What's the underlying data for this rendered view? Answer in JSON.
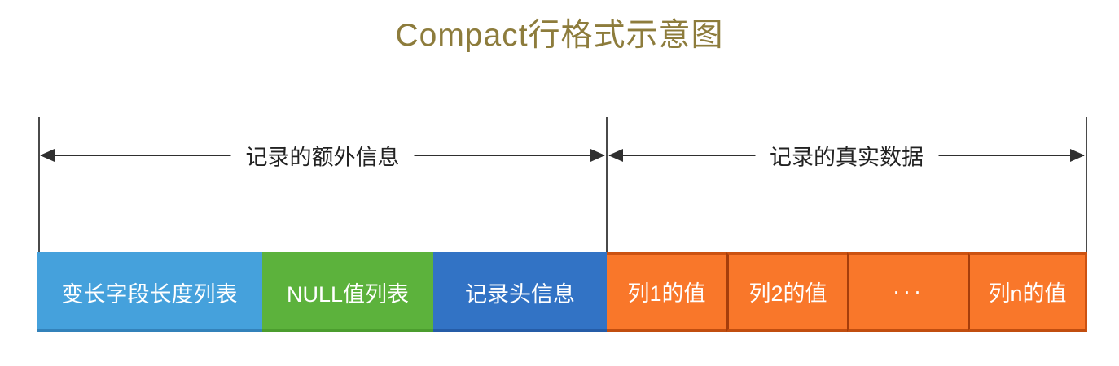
{
  "title": "Compact行格式示意图",
  "annotations": {
    "left_span_label": "记录的额外信息",
    "right_span_label": "记录的真实数据"
  },
  "segments": [
    {
      "label": "变长字段长度列表",
      "color": "#45a1dc",
      "group": "记录的额外信息"
    },
    {
      "label": "NULL值列表",
      "color": "#5cb23c",
      "group": "记录的额外信息"
    },
    {
      "label": "记录头信息",
      "color": "#3273c5",
      "group": "记录的额外信息"
    },
    {
      "label": "列1的值",
      "color": "#f9772a",
      "group": "记录的真实数据"
    },
    {
      "label": "列2的值",
      "color": "#f9772a",
      "group": "记录的真实数据"
    },
    {
      "label": "···",
      "color": "#f9772a",
      "group": "记录的真实数据"
    },
    {
      "label": "列n的值",
      "color": "#f9772a",
      "group": "记录的真实数据"
    }
  ],
  "colors": {
    "title_text": "#8d7c3c",
    "annotation_lines": "#2f2f2f",
    "orange_cell_border": "#cc5211",
    "orange_cell_divider": "#a63d0b",
    "bar_label_text": "#ffffff",
    "background": "#ffffff"
  }
}
